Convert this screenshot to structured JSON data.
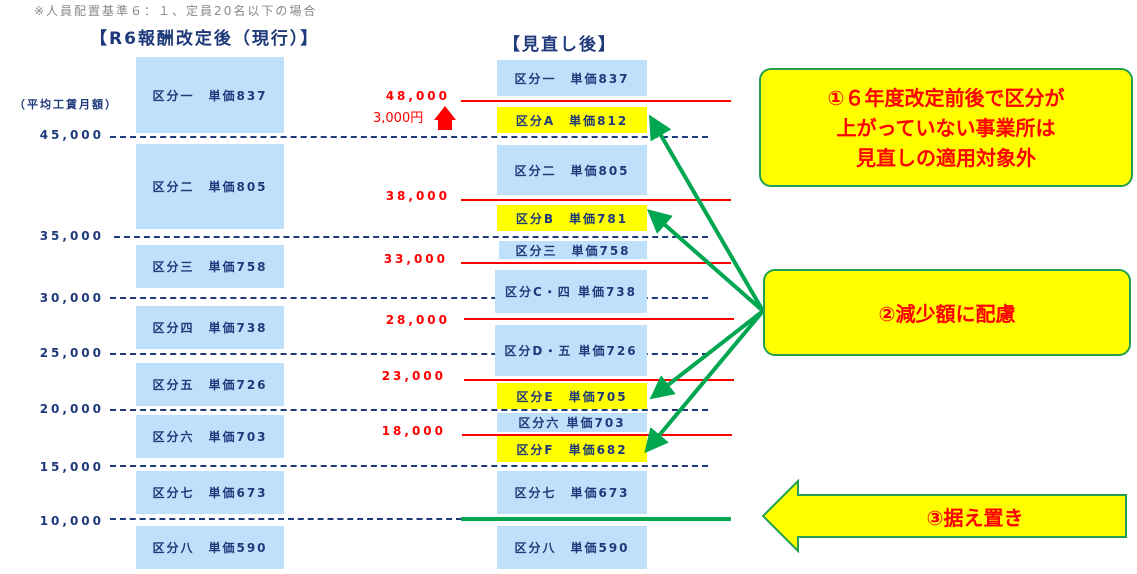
{
  "note": "※人員配置基準６：１、定員20名以下の場合",
  "left_header": "【R6報酬改定後（現行）】",
  "right_header": "【見直し後】",
  "y_axis_label": "（平均工賃月額）",
  "y_ticks": [
    "45,000",
    "35,000",
    "30,000",
    "25,000",
    "20,000",
    "15,000",
    "10,000"
  ],
  "left_boxes": [
    "区分一　単価837",
    "区分二　単価805",
    "区分三　単価758",
    "区分四　単価738",
    "区分五　単価726",
    "区分六　単価703",
    "区分七　単価673",
    "区分八　単価590"
  ],
  "right_boxes": [
    "区分一　単価837",
    "区分A　単価812",
    "区分二　単価805",
    "区分B　単価781",
    "区分三　単価758",
    "区分C・四 単価738",
    "区分D・五 単価726",
    "区分E　単価705",
    "区分六 単価703",
    "区分F　単価682",
    "区分七　単価673",
    "区分八　単価590"
  ],
  "red_thresholds": [
    "48,000",
    "38,000",
    "33,000",
    "28,000",
    "23,000",
    "18,000"
  ],
  "increase_label": "3,000円",
  "callouts": {
    "one": [
      "①６年度改定前後で区分が",
      "上がっていない事業所は",
      "見直しの適用対象外"
    ],
    "two": "②減少額に配慮",
    "three": "③据え置き"
  },
  "colors": {
    "navy": "#1f3a7a",
    "light_blue": "#bfe0fb",
    "highlight_yellow": "#ffff00",
    "red": "#ff0000",
    "green": "#00a650"
  }
}
